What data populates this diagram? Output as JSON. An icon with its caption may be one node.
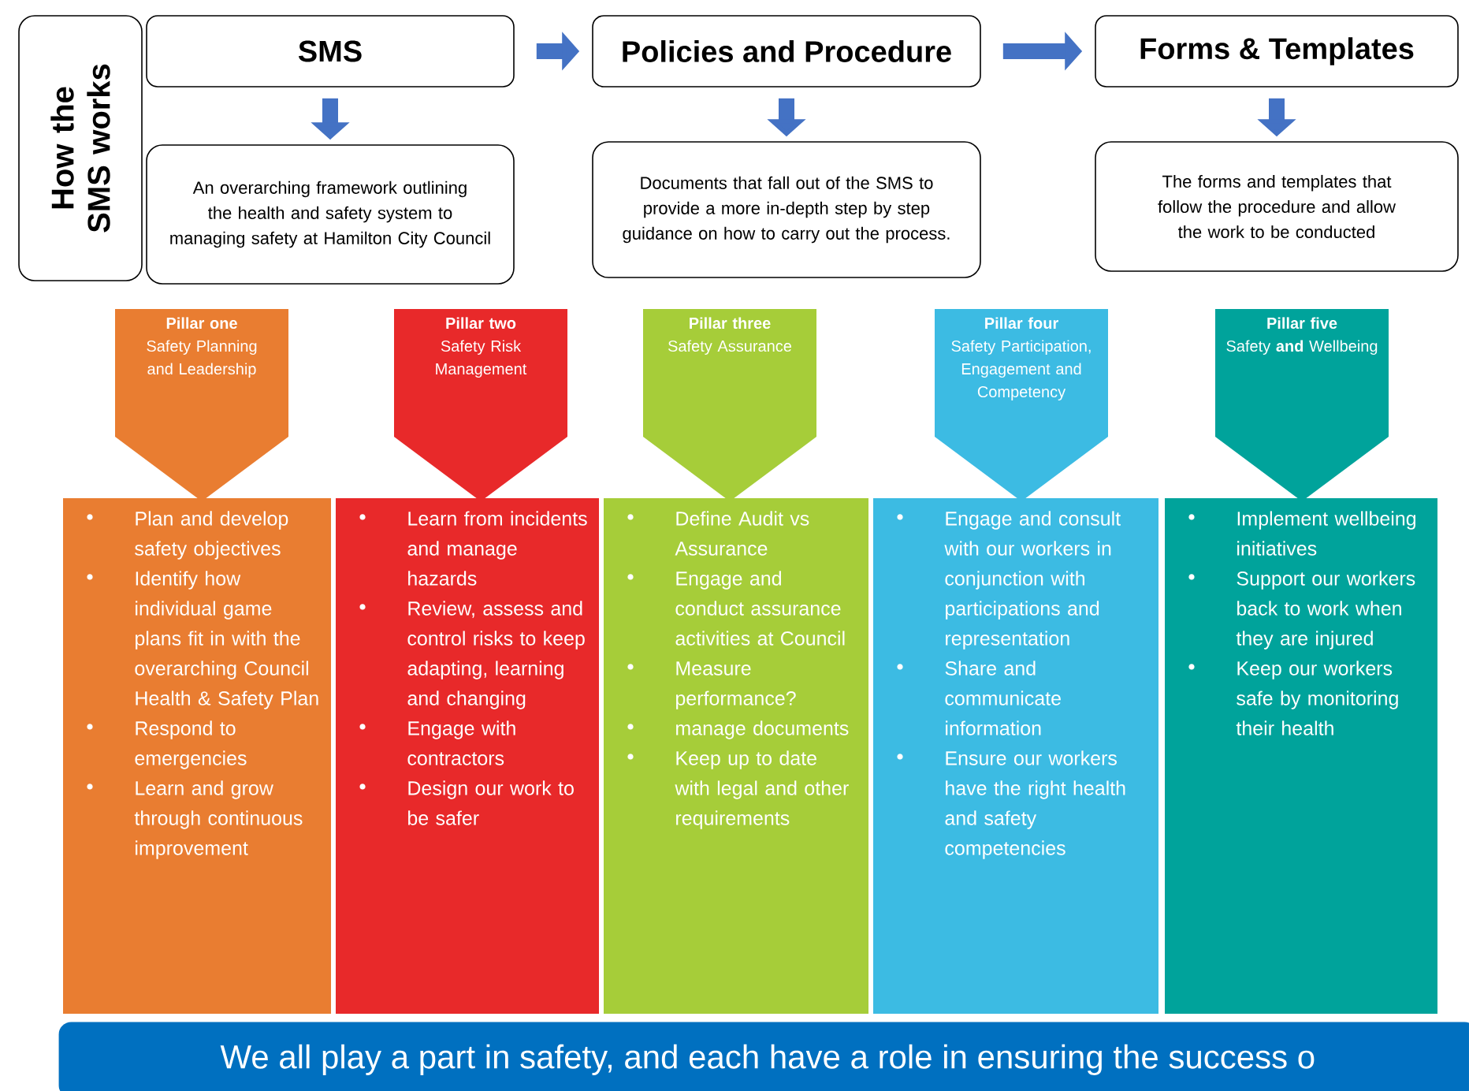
{
  "diagram": {
    "nodes": [
      {
        "text": [
          "How the SMS works"
        ]
      },
      {
        "text": [
          "SMS"
        ]
      },
      {
        "text": [
          "Policies and Procedure"
        ]
      },
      {
        "text": [
          "Forms & Templates"
        ]
      },
      {
        "text": [
          "An overarching framework outlining the health and safety system to managing safety at Hamilton City Council"
        ]
      },
      {
        "text": [
          "Documents that fall out of the SMS to provide a more in-depth step by step guidance on how to carry out the process."
        ]
      },
      {
        "text": [
          "The forms and templates that follow the procedure and allow the work to be conducted"
        ]
      },
      {
        "text": [
          "Pillar one",
          "Safety Planning and Leadership"
        ]
      },
      {
        "text": [
          "Pillar two",
          "Safety Risk Management"
        ]
      },
      {
        "text": [
          "Pillar three",
          "Safety Assurance"
        ]
      },
      {
        "text": [
          "Pillar four",
          "Safety Participation, Engagement and Competency"
        ]
      },
      {
        "text": [
          "Pillar five",
          "Safety **and** Wellbeing"
        ]
      },
      {
        "text": [
          "Plan and develop safety objectives",
          "Identify how individual game plans fit in with the overarching Council Health & Safety Plan",
          "Respond to emergencies",
          "Learn and grow through continuous improvement"
        ]
      },
      {
        "text": [
          "Learn from incidents and manage hazards",
          "Review, assess and control risks to keep adapting, learning and changing",
          "Engage with contractors",
          "Design our work to be safer"
        ]
      },
      {
        "text": [
          "Define Audit  vs Assurance",
          "Engage and conduct assurance activities at Council",
          "Measure performance?",
          "manage documents",
          "Keep up to date with legal and other requirements"
        ]
      },
      {
        "text": [
          "Engage and consult with our workers in conjunction with participations and representation",
          "Share and communicate information",
          "Ensure our workers have the right health and safety competencies"
        ]
      },
      {
        "text": [
          "Implement wellbeing initiatives",
          "Support our workers back to work when they are injured",
          "Keep our workers safe by monitoring their health"
        ]
      },
      {
        "text": [
          "We all play a part in safety, and each have a role in ensuring the success o"
        ]
      }
    ],
    "edges": [
      {
        "from": 1,
        "to": 2,
        "arrow": "to"
      },
      {
        "from": 2,
        "to": 3,
        "arrow": "to"
      },
      {
        "from": 1,
        "to": 4,
        "arrow": "to"
      },
      {
        "from": 2,
        "to": 5,
        "arrow": "to"
      },
      {
        "from": 3,
        "to": 6,
        "arrow": "to"
      }
    ]
  }
}
